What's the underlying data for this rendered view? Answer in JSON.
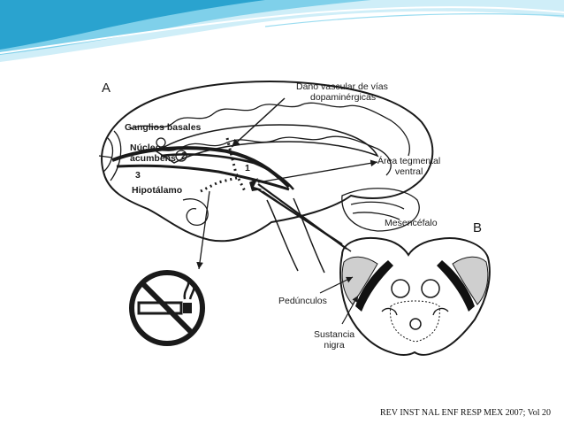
{
  "colors": {
    "wave_light": "#cfeef8",
    "wave_mid": "#7fd0ea",
    "wave_dark": "#2aa3cf",
    "ink": "#1a1a1a"
  },
  "panel_a": {
    "letter": "A",
    "labels": {
      "vascular_damage_line1": "Daño vascular de vías",
      "vascular_damage_line2": "dopaminérgicas",
      "basal_ganglia": "Ganglios basales",
      "nucleus_line1": "Núcleo",
      "nucleus_line2": "acumbens",
      "hypothalamus": "Hipotálamo",
      "vta_line1": "Área tegmental",
      "vta_line2": "ventral",
      "num_1": "1",
      "num_2": "2",
      "num_3": "3"
    },
    "icons": {
      "no_smoking": "no-smoking-icon"
    }
  },
  "panel_b": {
    "letter": "B",
    "labels": {
      "midbrain": "Mesencéfalo",
      "peduncles": "Pedúnculos",
      "substantia_line1": "Sustancia",
      "substantia_line2": "nigra"
    }
  },
  "citation": "REV INST NAL ENF RESP MEX 2007; Vol 20"
}
